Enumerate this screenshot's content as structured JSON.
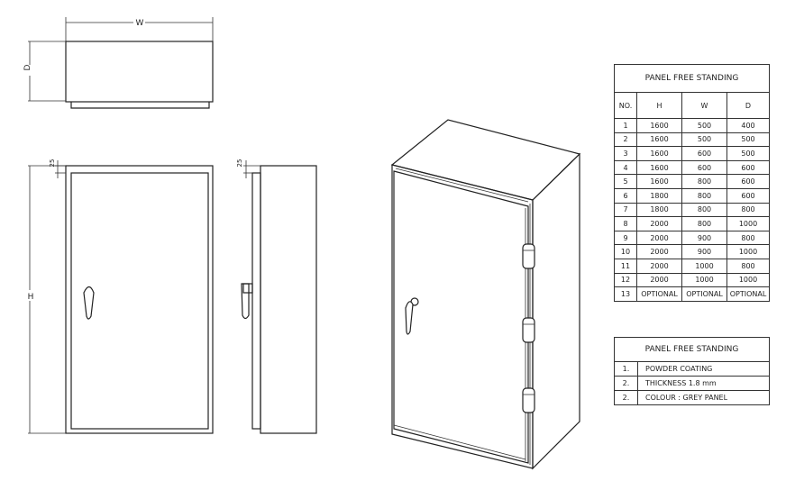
{
  "drawing": {
    "top_view": {
      "width_label": "W",
      "depth_label": "D"
    },
    "front_view": {
      "height_label": "H",
      "offset_label": "25"
    },
    "side_view": {
      "offset_label": "25"
    },
    "isometric_view": {
      "hinge_count": 3
    }
  },
  "size_table": {
    "title": "PANEL FREE STANDING",
    "headers": [
      "NO.",
      "H",
      "W",
      "D"
    ],
    "rows": [
      [
        "1",
        "1600",
        "500",
        "400"
      ],
      [
        "2",
        "1600",
        "500",
        "500"
      ],
      [
        "3",
        "1600",
        "600",
        "500"
      ],
      [
        "4",
        "1600",
        "600",
        "600"
      ],
      [
        "5",
        "1600",
        "800",
        "600"
      ],
      [
        "6",
        "1800",
        "800",
        "600"
      ],
      [
        "7",
        "1800",
        "800",
        "800"
      ],
      [
        "8",
        "2000",
        "800",
        "1000"
      ],
      [
        "9",
        "2000",
        "900",
        "800"
      ],
      [
        "10",
        "2000",
        "900",
        "1000"
      ],
      [
        "11",
        "2000",
        "1000",
        "800"
      ],
      [
        "12",
        "2000",
        "1000",
        "1000"
      ],
      [
        "13",
        "OPTIONAL",
        "OPTIONAL",
        "OPTIONAL"
      ]
    ]
  },
  "spec_table": {
    "title": "PANEL FREE STANDING",
    "rows": [
      [
        "1.",
        "POWDER COATING"
      ],
      [
        "2.",
        "THICKNESS 1.8 mm"
      ],
      [
        "2.",
        "COLOUR : GREY PANEL"
      ]
    ]
  }
}
